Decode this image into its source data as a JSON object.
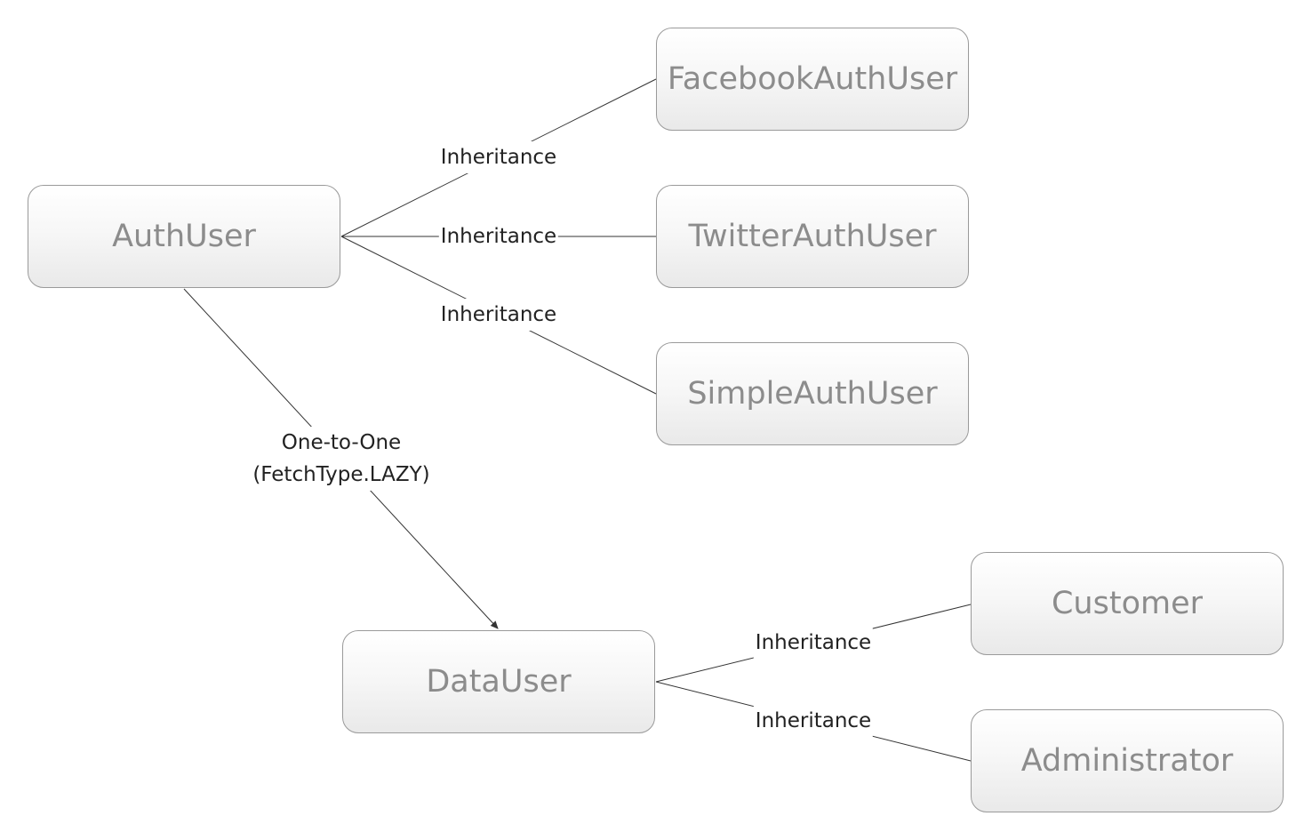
{
  "nodes": {
    "auth_user": "AuthUser",
    "facebook_auth_user": "FacebookAuthUser",
    "twitter_auth_user": "TwitterAuthUser",
    "simple_auth_user": "SimpleAuthUser",
    "data_user": "DataUser",
    "customer": "Customer",
    "administrator": "Administrator"
  },
  "edges": {
    "auth_to_facebook": "Inheritance",
    "auth_to_twitter": "Inheritance",
    "auth_to_simple": "Inheritance",
    "auth_to_data_line1": "One-to-One",
    "auth_to_data_line2": "(FetchType.LAZY)",
    "data_to_customer": "Inheritance",
    "data_to_administrator": "Inheritance"
  },
  "colors": {
    "node_border": "#9a9a9a",
    "node_text": "#8c8c8c",
    "edge_line": "#333333",
    "edge_text": "#222222"
  }
}
